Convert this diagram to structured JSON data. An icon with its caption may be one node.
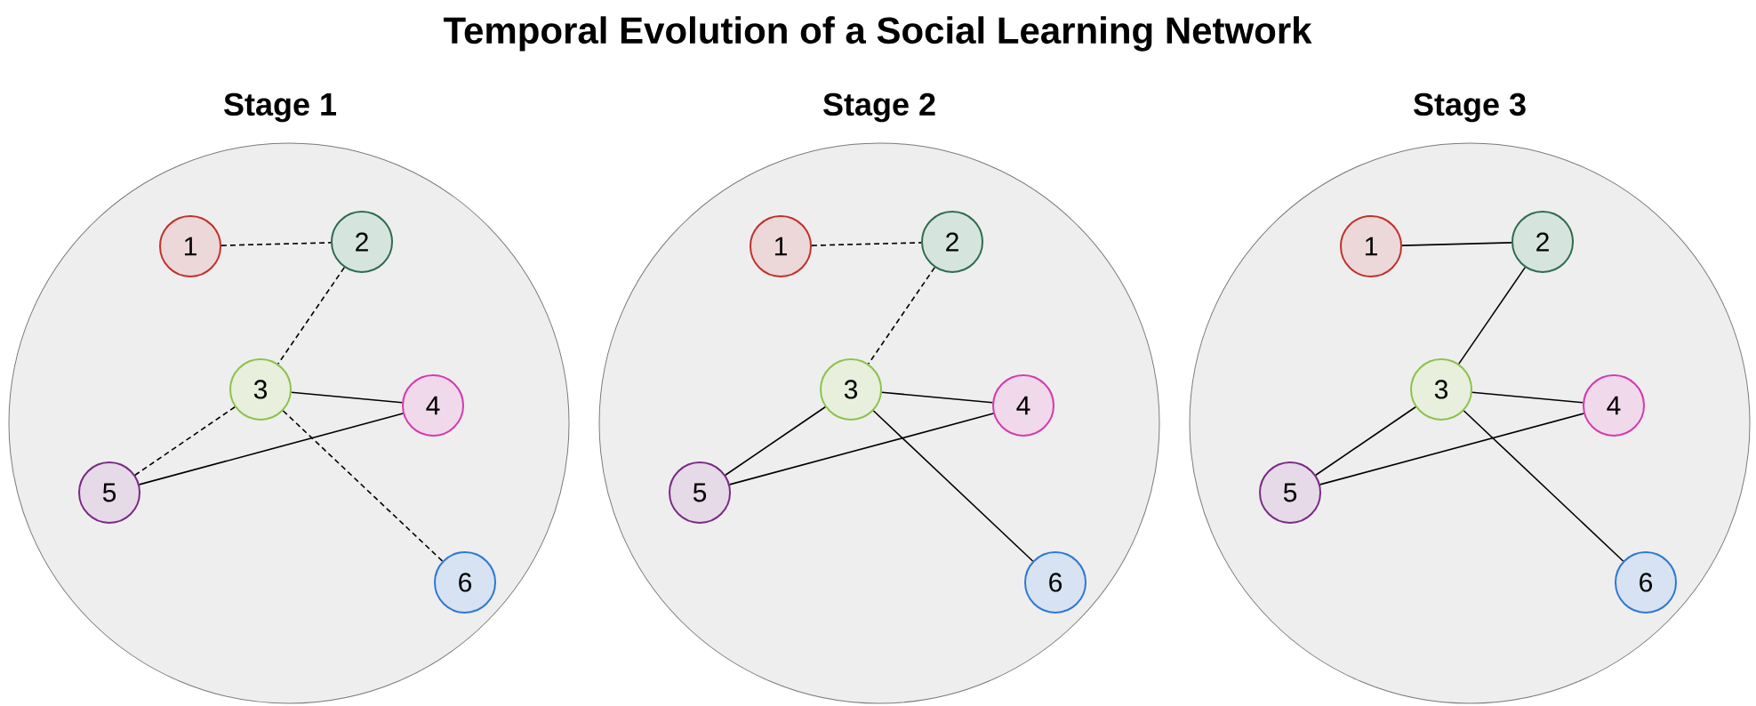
{
  "diagram": {
    "title": "Temporal Evolution of a Social Learning Network",
    "nodes": [
      {
        "text": [
          "Stage 1"
        ]
      },
      {
        "text": [
          "1"
        ],
        "in": 0
      },
      {
        "text": [
          "2"
        ],
        "in": 0
      },
      {
        "text": [
          "3"
        ],
        "in": 0
      },
      {
        "text": [
          "4"
        ],
        "in": 0
      },
      {
        "text": [
          "5"
        ],
        "in": 0
      },
      {
        "text": [
          "6"
        ],
        "in": 0
      },
      {
        "text": [
          "Stage 2"
        ]
      },
      {
        "text": [
          "1"
        ],
        "in": 7
      },
      {
        "text": [
          "2"
        ],
        "in": 7
      },
      {
        "text": [
          "3"
        ],
        "in": 7
      },
      {
        "text": [
          "4"
        ],
        "in": 7
      },
      {
        "text": [
          "5"
        ],
        "in": 7
      },
      {
        "text": [
          "6"
        ],
        "in": 7
      },
      {
        "text": [
          "Stage 3"
        ]
      },
      {
        "text": [
          "1"
        ],
        "in": 14
      },
      {
        "text": [
          "2"
        ],
        "in": 14
      },
      {
        "text": [
          "3"
        ],
        "in": 14
      },
      {
        "text": [
          "4"
        ],
        "in": 14
      },
      {
        "text": [
          "5"
        ],
        "in": 14
      },
      {
        "text": [
          "6"
        ],
        "in": 14
      }
    ],
    "edges": [
      {
        "from": 1,
        "to": 2,
        "arrow": "none",
        "style": "dashed"
      },
      {
        "from": 2,
        "to": 3,
        "arrow": "none",
        "style": "dashed"
      },
      {
        "from": 3,
        "to": 4,
        "arrow": "none"
      },
      {
        "from": 3,
        "to": 5,
        "arrow": "none",
        "style": "dashed"
      },
      {
        "from": 5,
        "to": 4,
        "arrow": "none"
      },
      {
        "from": 3,
        "to": 6,
        "arrow": "none",
        "style": "dashed"
      },
      {
        "from": 8,
        "to": 9,
        "arrow": "none",
        "style": "dashed"
      },
      {
        "from": 9,
        "to": 10,
        "arrow": "none",
        "style": "dashed"
      },
      {
        "from": 10,
        "to": 11,
        "arrow": "none"
      },
      {
        "from": 10,
        "to": 12,
        "arrow": "none"
      },
      {
        "from": 12,
        "to": 11,
        "arrow": "none"
      },
      {
        "from": 10,
        "to": 13,
        "arrow": "none"
      },
      {
        "from": 15,
        "to": 16,
        "arrow": "none"
      },
      {
        "from": 16,
        "to": 17,
        "arrow": "none"
      },
      {
        "from": 17,
        "to": 18,
        "arrow": "none"
      },
      {
        "from": 17,
        "to": 19,
        "arrow": "none"
      },
      {
        "from": 19,
        "to": 18,
        "arrow": "none"
      },
      {
        "from": 17,
        "to": 20,
        "arrow": "none"
      }
    ]
  }
}
